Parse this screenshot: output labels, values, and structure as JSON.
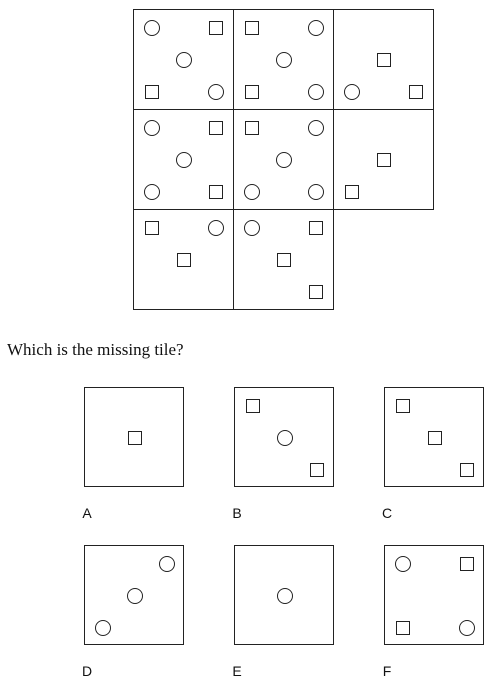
{
  "puzzle": {
    "grid_rows": 3,
    "grid_cols": 3,
    "missing_cell": {
      "row": 3,
      "col": 3
    },
    "tiles": [
      {
        "row": 1,
        "col": 1,
        "shapes": [
          "circle-top-left",
          "square-top-right",
          "circle-center",
          "square-bottom-left",
          "circle-bottom-right"
        ]
      },
      {
        "row": 1,
        "col": 2,
        "shapes": [
          "square-top-left",
          "circle-top-right",
          "circle-center",
          "square-bottom-left",
          "circle-bottom-right"
        ]
      },
      {
        "row": 1,
        "col": 3,
        "shapes": [
          "square-center",
          "circle-bottom-left",
          "square-bottom-right"
        ]
      },
      {
        "row": 2,
        "col": 1,
        "shapes": [
          "circle-top-left",
          "square-top-right",
          "circle-center",
          "circle-bottom-left",
          "square-bottom-right"
        ]
      },
      {
        "row": 2,
        "col": 2,
        "shapes": [
          "square-top-left",
          "circle-top-right",
          "circle-center",
          "circle-bottom-left",
          "circle-bottom-right"
        ]
      },
      {
        "row": 2,
        "col": 3,
        "shapes": [
          "square-center",
          "square-bottom-left"
        ]
      },
      {
        "row": 3,
        "col": 1,
        "shapes": [
          "square-top-left",
          "circle-top-right",
          "square-center"
        ]
      },
      {
        "row": 3,
        "col": 2,
        "shapes": [
          "circle-top-left",
          "square-top-right",
          "square-center",
          "square-bottom-right"
        ]
      }
    ]
  },
  "question": "Which is the missing tile?",
  "options": [
    {
      "label": "A",
      "shapes": [
        "square-center"
      ]
    },
    {
      "label": "B",
      "shapes": [
        "square-top-left",
        "circle-center",
        "square-bottom-right"
      ]
    },
    {
      "label": "C",
      "shapes": [
        "square-top-left",
        "square-center",
        "square-bottom-right"
      ]
    },
    {
      "label": "D",
      "shapes": [
        "circle-top-right",
        "circle-center",
        "circle-bottom-left"
      ]
    },
    {
      "label": "E",
      "shapes": [
        "circle-center"
      ]
    },
    {
      "label": "F",
      "shapes": [
        "circle-top-left",
        "square-top-right",
        "square-bottom-left",
        "circle-bottom-right"
      ]
    }
  ]
}
